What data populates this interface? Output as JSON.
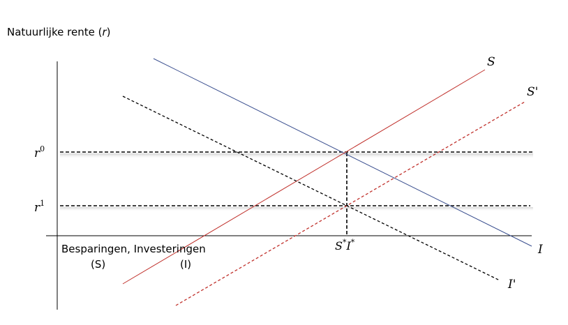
{
  "y_axis_label_prefix": "Natuurlijke rente (",
  "y_axis_label_symbol": "r",
  "y_axis_label_suffix": ")",
  "x_axis_label_line1": "Besparingen, Investeringen",
  "x_axis_label_s": "(S)",
  "x_axis_label_i": "(I)",
  "curve_labels": {
    "S": "S",
    "S_prime": "S'",
    "I": "I",
    "I_prime": "I'"
  },
  "rate_labels": {
    "r0_base": "r",
    "r0_sup": "0",
    "r1_base": "r",
    "r1_sup": "1"
  },
  "equilibrium_label": {
    "s": "S",
    "s_sup": "*",
    "i": "I",
    "i_sup": "*"
  },
  "colors": {
    "saving_line": "#c0302b",
    "investment_line": "#3a4f8f",
    "axis": "#000000"
  }
}
